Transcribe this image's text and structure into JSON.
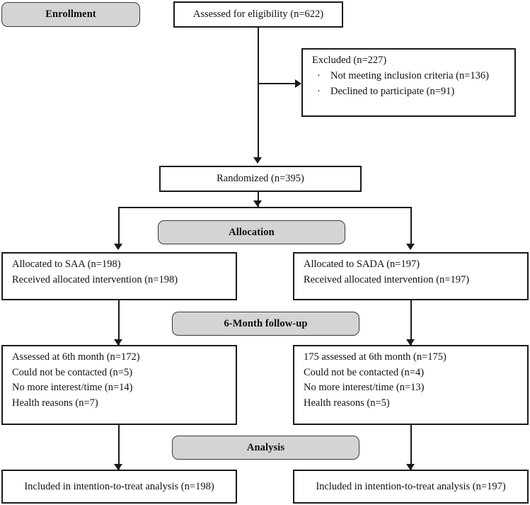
{
  "diagram": {
    "type": "consort-flow-diagram",
    "title": "CONSORT participant flow diagram"
  },
  "stages": {
    "enrollment": "Enrollment",
    "allocation": "Allocation",
    "followup": "6-Month follow-up",
    "analysis": "Analysis"
  },
  "enrollment": {
    "assessed": "Assessed for eligibility (n=622)",
    "excluded_header": "Excluded (n=227)",
    "excluded_reasons": [
      "Not meeting inclusion criteria (n=136)",
      "Declined to participate (n=91)"
    ],
    "bullet_glyph": "·",
    "randomized": "Randomized (n=395)"
  },
  "arms": {
    "left": {
      "allocation": [
        "Allocated to SAA (n=198)",
        "Received allocated intervention (n=198)"
      ],
      "followup": [
        "Assessed at 6th month (n=172)",
        "Could not be contacted (n=5)",
        "No more interest/time (n=14)",
        "Health reasons (n=7)"
      ],
      "analysis": "Included in intention-to-treat analysis (n=198)"
    },
    "right": {
      "allocation": [
        "Allocated to SADA (n=197)",
        "Received allocated intervention (n=197)"
      ],
      "followup": [
        "175 assessed at 6th month (n=175)",
        "Could not be contacted (n=4)",
        "No more interest/time (n=13)",
        "Health reasons (n=5)"
      ],
      "analysis": "Included in intention-to-treat analysis (n=197)"
    }
  },
  "colors": {
    "stage_fill": "#d4d4d4",
    "box_border": "#1a1a1a",
    "page_background": "#ffffff",
    "text": "#111111"
  }
}
